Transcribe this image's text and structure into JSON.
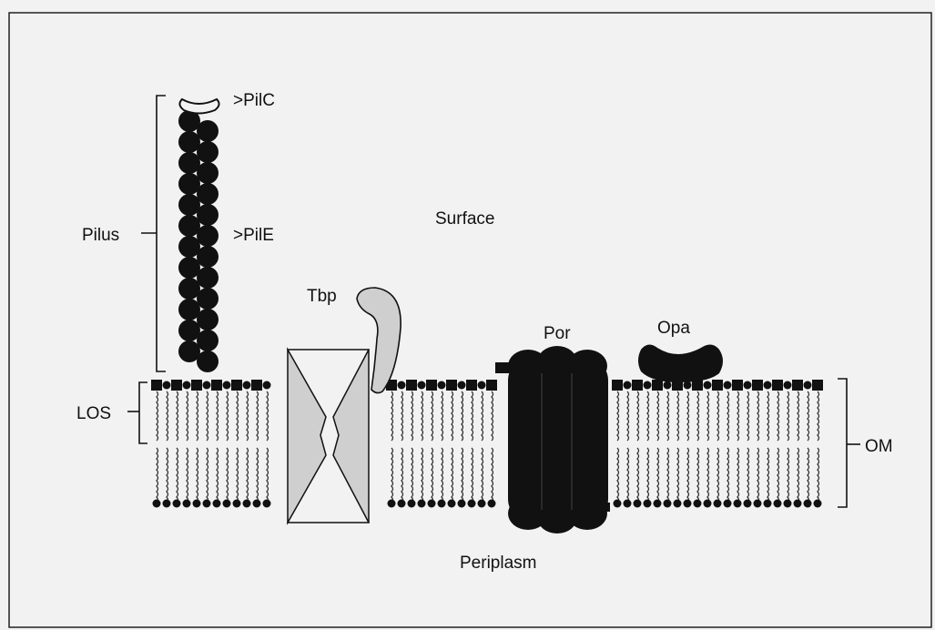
{
  "labels": {
    "pilc": ">PilC",
    "pile": ">PilE",
    "pilus": "Pilus",
    "surface": "Surface",
    "tbp": "Tbp",
    "por": "Por",
    "opa": "Opa",
    "los": "LOS",
    "om": "OM",
    "periplasm": "Periplasm"
  },
  "colors": {
    "background": "#f2f2f2",
    "ink": "#111111",
    "tbp_fill": "#cfcfcf",
    "frame": "#222222"
  },
  "icons": {
    "pilus": "bead-chain",
    "tbp": "hourglass-transporter",
    "por": "porin-barrel",
    "opa": "opa-protein"
  }
}
